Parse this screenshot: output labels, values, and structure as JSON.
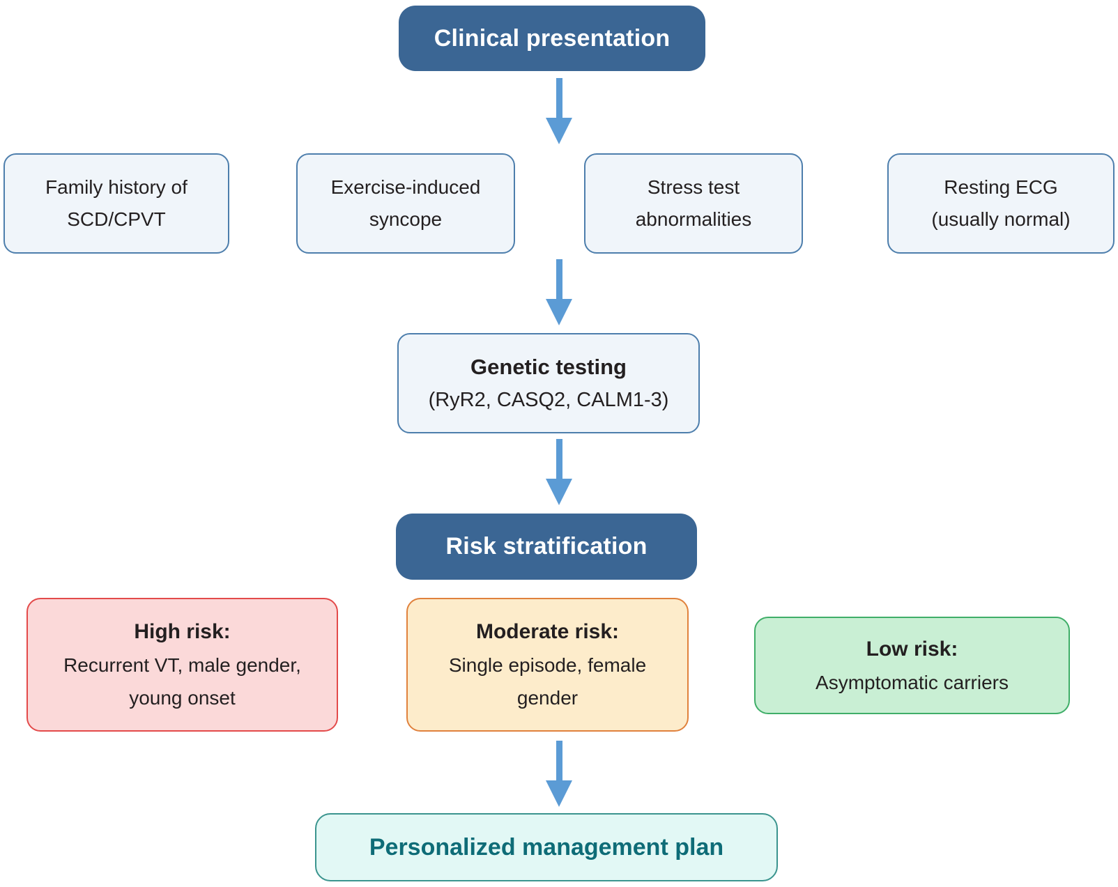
{
  "colors": {
    "header_bg": "#3b6694",
    "header_text": "#ffffff",
    "arrow": "#5b9bd5",
    "info_bg": "#f0f5fa",
    "info_border": "#4d7eac",
    "body_text": "#231f20",
    "high_risk_bg": "#fbd9d9",
    "high_risk_border": "#e34a4a",
    "moderate_risk_bg": "#fdeccb",
    "moderate_risk_border": "#e0813c",
    "low_risk_bg": "#c9efd4",
    "low_risk_border": "#3fae68",
    "plan_bg": "#e2f8f5",
    "plan_border": "#3a948e",
    "plan_text": "#0e6c77"
  },
  "nodes": {
    "clinical_presentation": {
      "label": "Clinical presentation"
    },
    "presentation_findings": [
      {
        "line1": "Family history of",
        "line2": "SCD/CPVT"
      },
      {
        "line1": "Exercise-induced",
        "line2": "syncope"
      },
      {
        "line1": "Stress test",
        "line2": "abnormalities"
      },
      {
        "line1": "Resting ECG",
        "line2": "(usually normal)"
      }
    ],
    "genetic_testing": {
      "title": "Genetic testing",
      "subtitle": "(RyR2, CASQ2, CALM1-3)"
    },
    "risk_stratification": {
      "label": "Risk stratification"
    },
    "risk_categories": [
      {
        "title": "High risk:",
        "description": "Recurrent VT, male gender, young onset"
      },
      {
        "title": "Moderate risk:",
        "description": "Single episode, female gender"
      },
      {
        "title": "Low risk:",
        "description": "Asymptomatic carriers"
      }
    ],
    "management_plan": {
      "label": "Personalized management plan"
    }
  }
}
